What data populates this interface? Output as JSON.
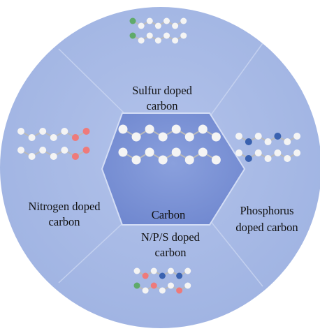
{
  "center": {
    "label": "Carbon"
  },
  "sections": {
    "sulfur": [
      "Sulfur doped",
      "carbon"
    ],
    "nitrogen": [
      "Nitrogen doped",
      "carbon"
    ],
    "phosphorus": [
      "Phosphorus",
      "doped carbon"
    ],
    "nps": [
      "N/P/S doped",
      "carbon"
    ]
  },
  "colors": {
    "disc": "#a6b8e5",
    "hexagon": "#7b92d6",
    "carbon_atom": "#f4f4f4",
    "bond": "#b9b9b9",
    "sulfur_atom": "#5faa6a",
    "nitrogen_atom": "#ee7a7a",
    "phosphorus_atom": "#3a62b0"
  }
}
